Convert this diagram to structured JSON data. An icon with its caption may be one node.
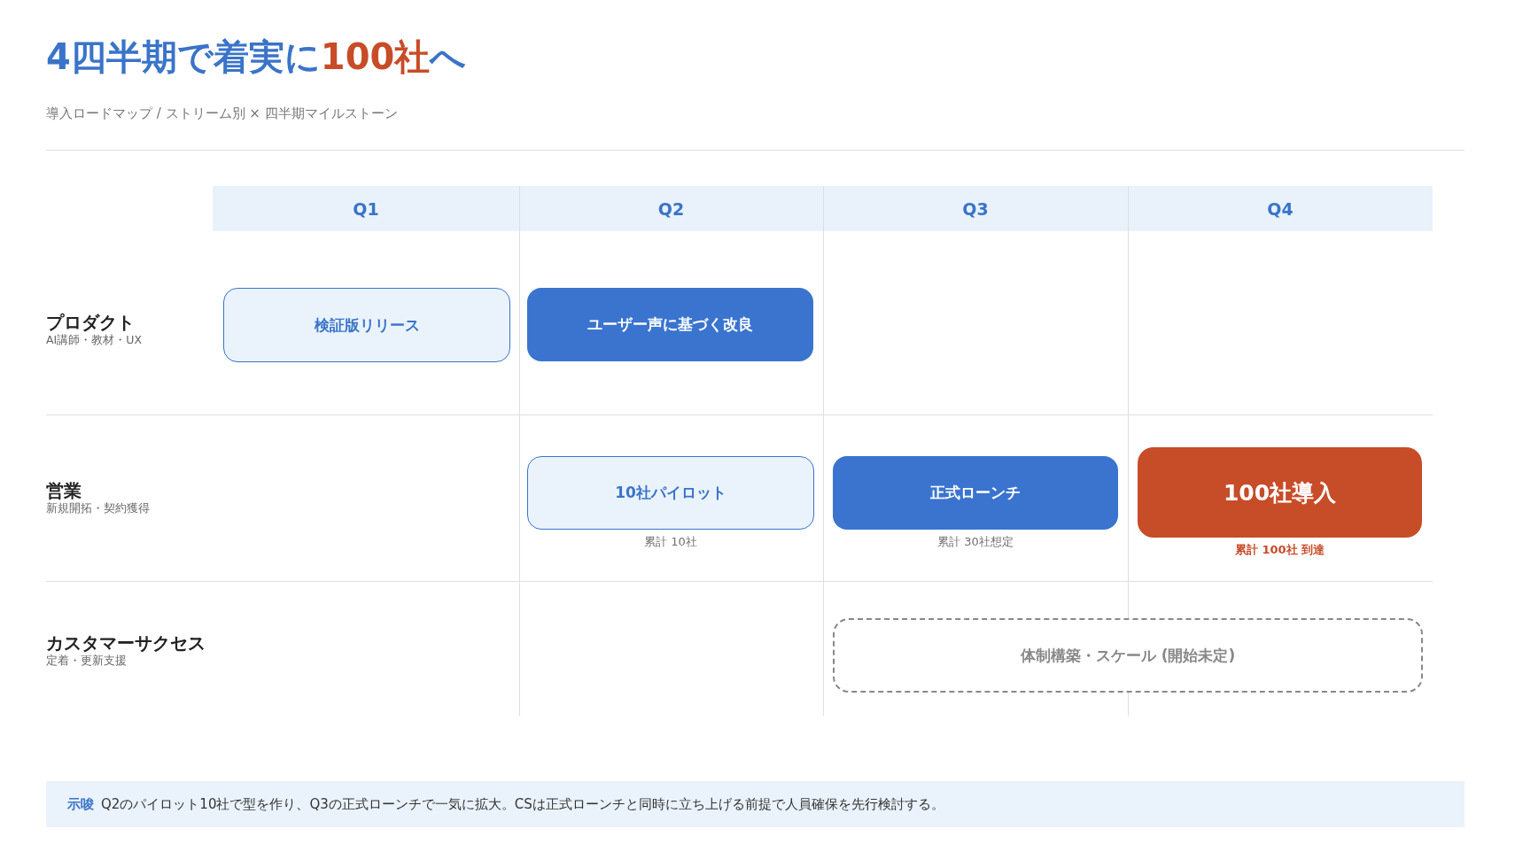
{
  "diagram": {
    "title": "4四半期で着実に**100社**へ",
    "nodes": [
      {
        "text": [
          "検証版リリース"
        ]
      },
      {
        "text": [
          "ユーザー声に基づく改良"
        ]
      },
      {
        "text": [
          "10社パイロット"
        ],
        "beside": [
          "累計 10社"
        ]
      },
      {
        "text": [
          "正式ローンチ"
        ],
        "beside": [
          "累計 30社想定"
        ]
      },
      {
        "text": [
          "100社導入"
        ],
        "beside": [
          "累計 100社 到達"
        ]
      },
      {
        "text": [
          "体制構築・スケール (開始未定)"
        ]
      },
      {
        "text": [
          "示唆",
          "Q2のパイロット10社で型を作り、Q3の正式ローンチで一気に拡大。CSは正式ローンチと同時に立ち上げる前提で人員確保を先行検討する。"
        ]
      }
    ],
    "labels": [
      "導入ロードマップ / ストリーム別 × 四半期マイルストーン",
      "Q1",
      "Q2",
      "Q3",
      "Q4",
      "プロダクト",
      "AI講師・教材・UX",
      "営業",
      "新規開拓・契約獲得",
      "カスタマーサクセス",
      "定着・更新支援"
    ]
  }
}
